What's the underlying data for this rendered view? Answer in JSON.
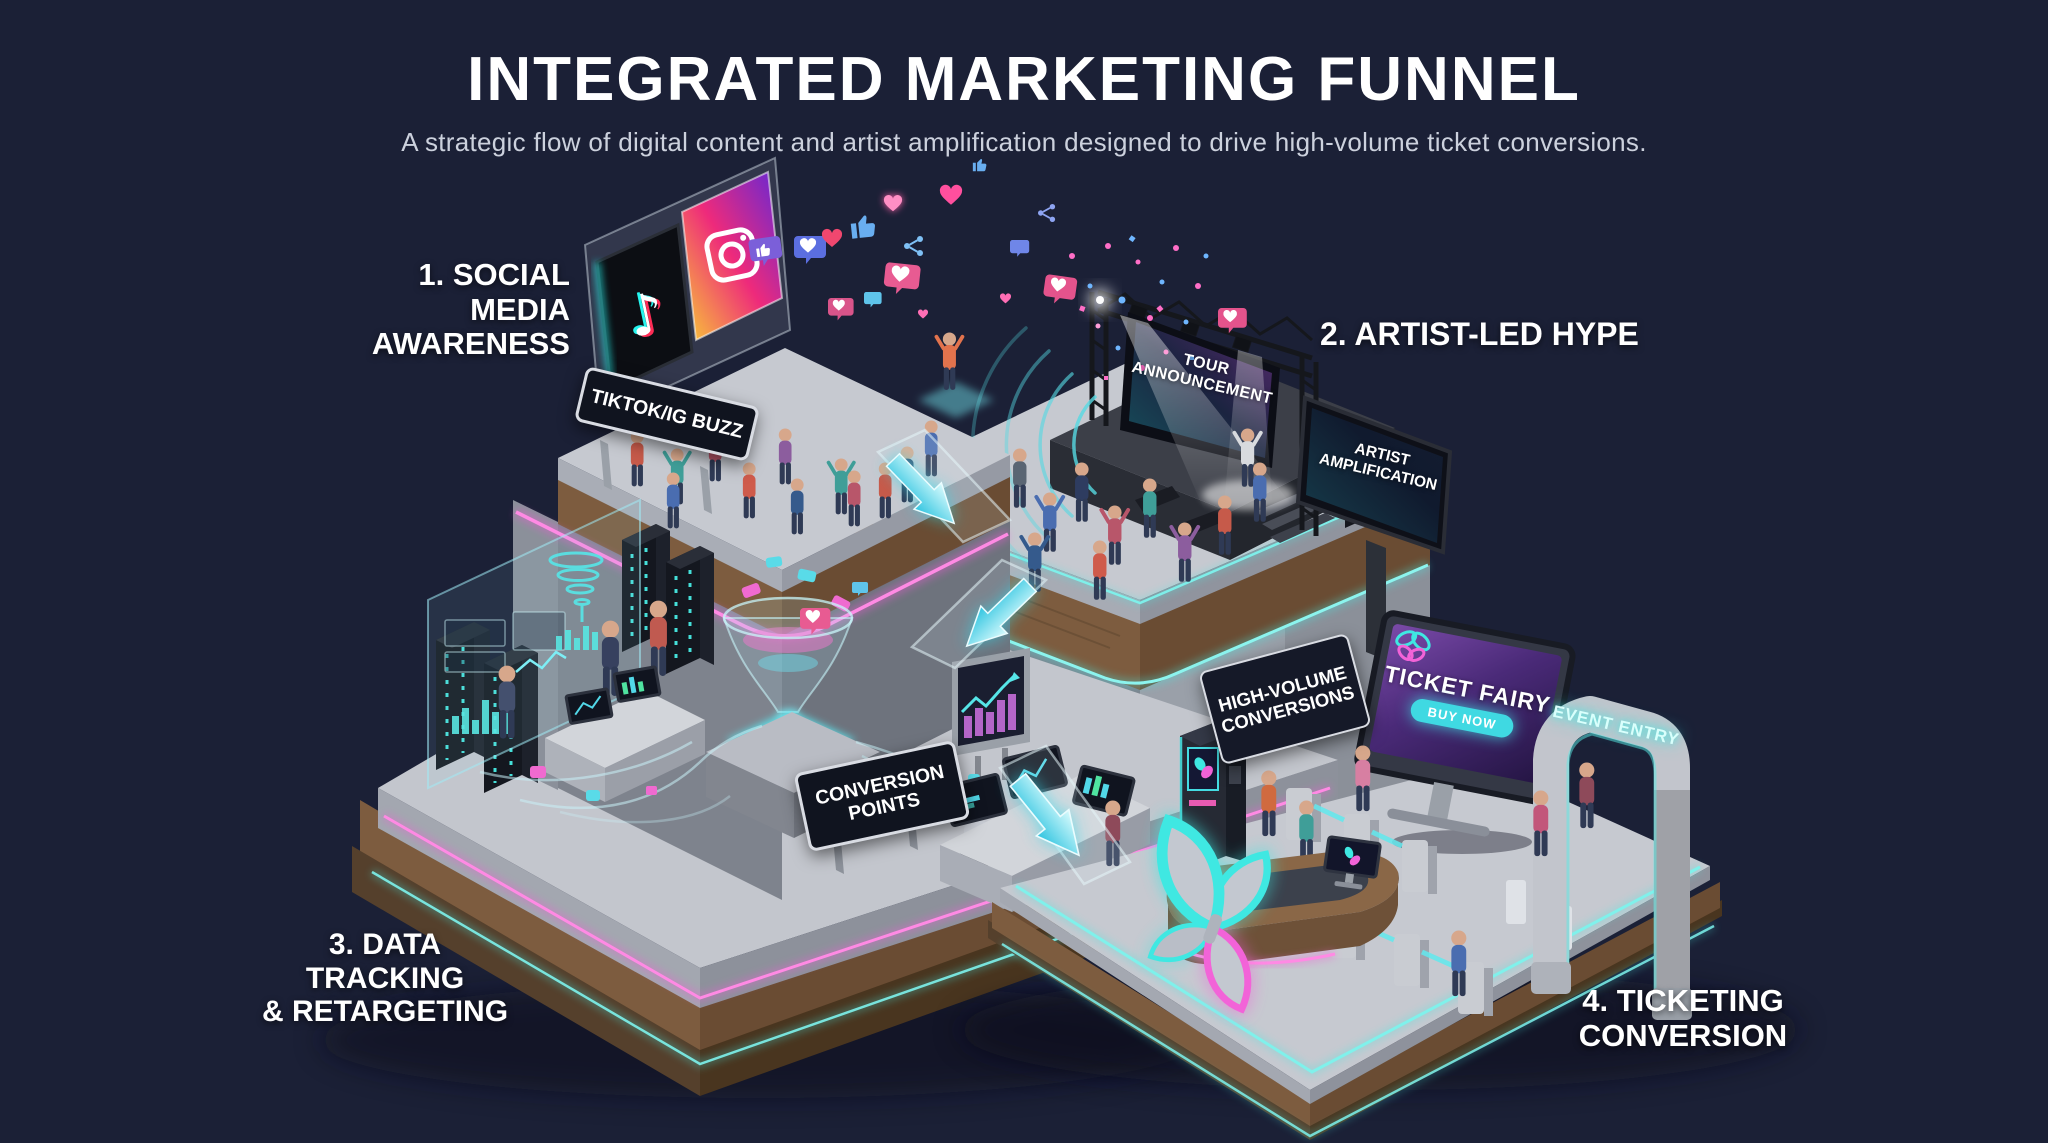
{
  "header": {
    "title": "INTEGRATED MARKETING FUNNEL",
    "subtitle": "A strategic flow of digital content and artist amplification designed to drive high-volume ticket conversions."
  },
  "stage_labels": {
    "s1_line1": "1. SOCIAL MEDIA",
    "s1_line2": "AWARENESS",
    "s2": "2. ARTIST-LED HYPE",
    "s3_line1": "3. DATA TRACKING",
    "s3_line2": "& RETARGETING",
    "s4_line1": "4. TICKETING",
    "s4_line2": "CONVERSION"
  },
  "signs": {
    "tiktok_ig_buzz": "TIKTOK/IG BUZZ",
    "tour_line1": "TOUR",
    "tour_line2": "ANNOUNCEMENT",
    "amp_line1": "ARTIST",
    "amp_line2": "AMPLIFICATION",
    "conversion_line1": "CONVERSION",
    "conversion_line2": "POINTS",
    "high_volume_line1": "HIGH-VOLUME",
    "high_volume_line2": "CONVERSIONS",
    "ticket_fairy": "TICKET FAIRY",
    "buy_now": "BUY NOW",
    "event_entry": "EVENT ENTRY"
  },
  "glyphs": {
    "music_note": "♪"
  },
  "icons": {
    "tiktok": "tiktok-icon",
    "instagram": "instagram-icon",
    "heart": "heart-icon",
    "thumbs_up": "thumbs-up-icon",
    "share": "share-icon",
    "like_bubble": "like-bubble-icon",
    "butterfly": "butterfly-icon",
    "funnel": "funnel-hologram-icon",
    "arrow": "flow-arrow-icon"
  },
  "colors": {
    "background": "#1b2036",
    "neon_pink": "#f25ad8",
    "neon_cyan": "#46e8e2",
    "arrow_cyan": "#7deef7",
    "concrete_top": "#c7cad1",
    "wood": "#8a6747",
    "screen_purple": "#46246a",
    "tiktok_red": "#fe2c55",
    "tiktok_cyan": "#25f4ee",
    "instagram_orange": "#f9ce34",
    "instagram_pink": "#ee2a7b",
    "instagram_purple": "#6228d7",
    "buy_now_bg": "#3fd9e2",
    "subtitle_gray": "#ccd1dd",
    "text_white": "#ffffff"
  }
}
